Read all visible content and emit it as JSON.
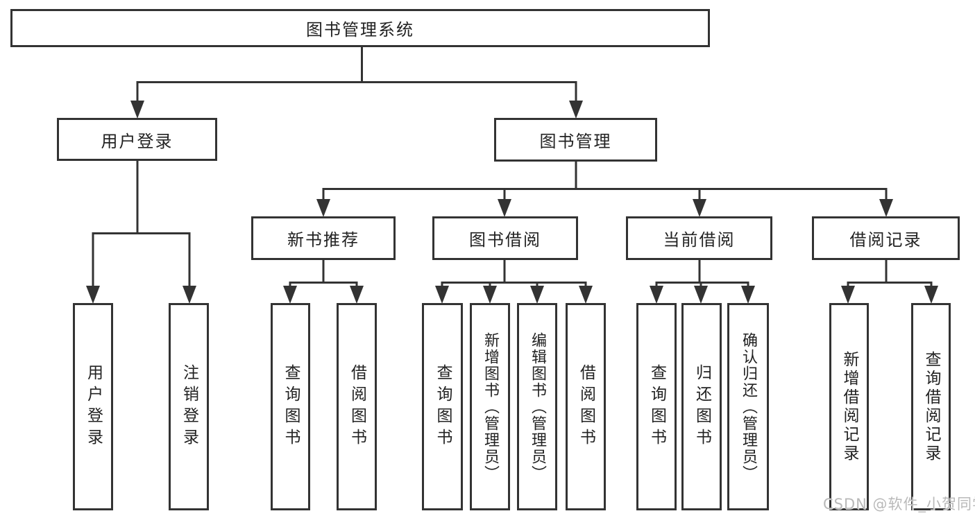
{
  "tree": {
    "root": "图书管理系统",
    "branches": [
      {
        "label": "用户登录",
        "children": [
          "用户登录",
          "注销登录"
        ]
      },
      {
        "label": "图书管理",
        "groups": [
          {
            "label": "新书推荐",
            "children": [
              "查询图书",
              "借阅图书"
            ]
          },
          {
            "label": "图书借阅",
            "children": [
              "查询图书",
              "新增图书（管理员）",
              "编辑图书（管理员）",
              "借阅图书"
            ]
          },
          {
            "label": "当前借阅",
            "children": [
              "查询图书",
              "归还图书",
              "确认归还（管理员）"
            ]
          },
          {
            "label": "借阅记录",
            "children": [
              "新增借阅记录",
              "查询借阅记录"
            ]
          }
        ]
      }
    ]
  },
  "watermark": {
    "text": "CSDN @软件_小贺同学"
  },
  "colors": {
    "line": "#333333",
    "node_border": "#333333",
    "text": "#222222",
    "watermark": "#b9b9b9",
    "background": "#ffffff"
  }
}
